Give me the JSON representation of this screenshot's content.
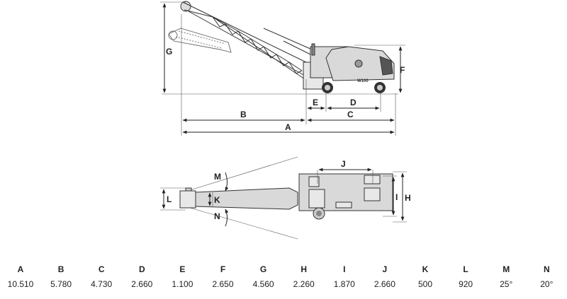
{
  "diagram": {
    "side_view": {
      "machine_label": "W100",
      "dim_labels": {
        "a": "A",
        "b": "B",
        "c": "C",
        "d": "D",
        "e": "E",
        "f": "F",
        "g": "G"
      }
    },
    "top_view": {
      "dim_labels": {
        "h": "H",
        "i": "I",
        "j": "J",
        "k": "K",
        "l": "L",
        "m": "M",
        "n": "N"
      }
    }
  },
  "spec_table": {
    "headers": [
      "A",
      "B",
      "C",
      "D",
      "E",
      "F",
      "G",
      "H",
      "I",
      "J",
      "K",
      "L",
      "M",
      "N"
    ],
    "values": [
      "10.510",
      "5.780",
      "4.730",
      "2.660",
      "1.100",
      "2.650",
      "4.560",
      "2.260",
      "1.870",
      "2.660",
      "500",
      "920",
      "25°",
      "20°"
    ]
  }
}
